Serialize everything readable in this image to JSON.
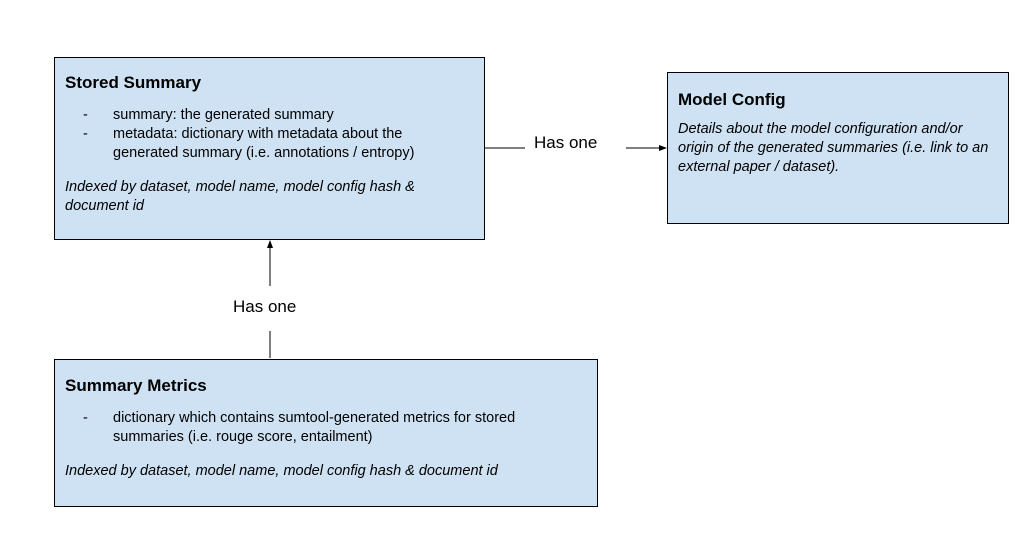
{
  "stored_summary": {
    "title": "Stored Summary",
    "bullets": [
      {
        "dash": "-",
        "text": "summary: the generated summary"
      },
      {
        "dash": "-",
        "text": "metadata: dictionary with metadata about the generated summary (i.e. annotations / entropy)"
      }
    ],
    "note": "Indexed by dataset, model name, model config hash & document id"
  },
  "model_config": {
    "title": "Model Config",
    "note": "Details about the model configuration and/or origin of the generated summaries (i.e. link to an external paper / dataset)."
  },
  "summary_metrics": {
    "title": "Summary Metrics",
    "bullets": [
      {
        "dash": "-",
        "text": "dictionary which contains sumtool-generated metrics for stored summaries (i.e. rouge score, entailment)"
      }
    ],
    "note": "Indexed by dataset, model name, model config hash & document id"
  },
  "relations": {
    "summary_to_config": "Has one",
    "metrics_to_summary": "Has one"
  },
  "colors": {
    "box_fill": "#cfe2f3",
    "border": "#000000"
  }
}
